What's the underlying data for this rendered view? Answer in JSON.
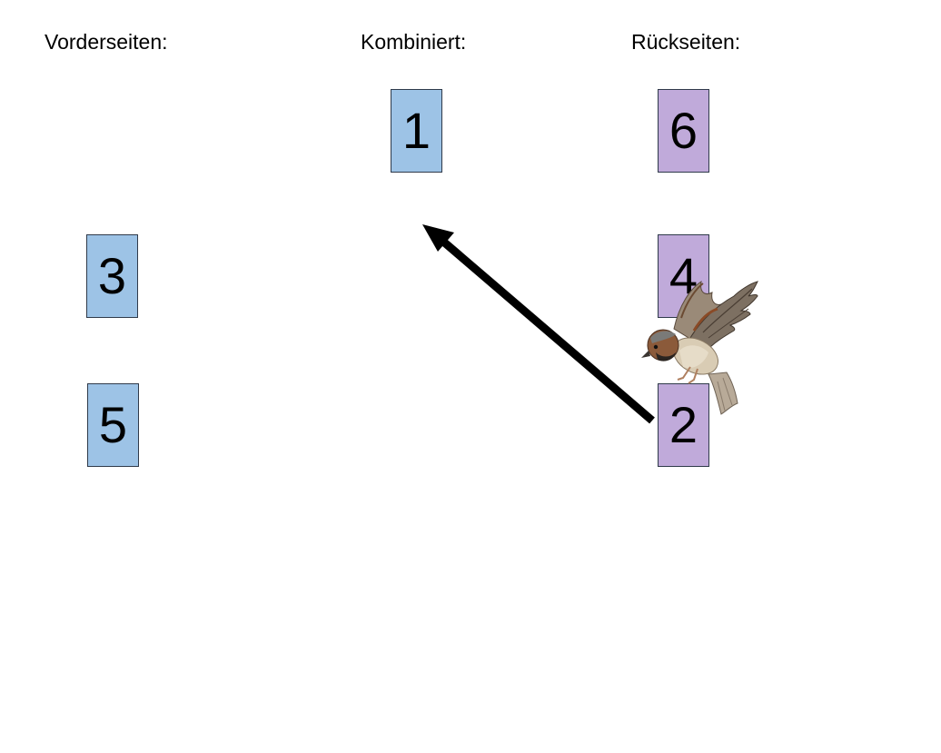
{
  "headings": {
    "front": "Vorderseiten:",
    "combined": "Kombiniert:",
    "back": "Rückseiten:"
  },
  "cards": {
    "combined": [
      "1"
    ],
    "front": [
      "3",
      "5"
    ],
    "back": [
      "6",
      "4",
      "2"
    ]
  },
  "colors": {
    "front_card": "#9dc3e6",
    "back_card": "#c0aada",
    "arrow": "#000000"
  },
  "illustration": {
    "name": "sparrow-in-flight",
    "perched_on_card": "2"
  }
}
